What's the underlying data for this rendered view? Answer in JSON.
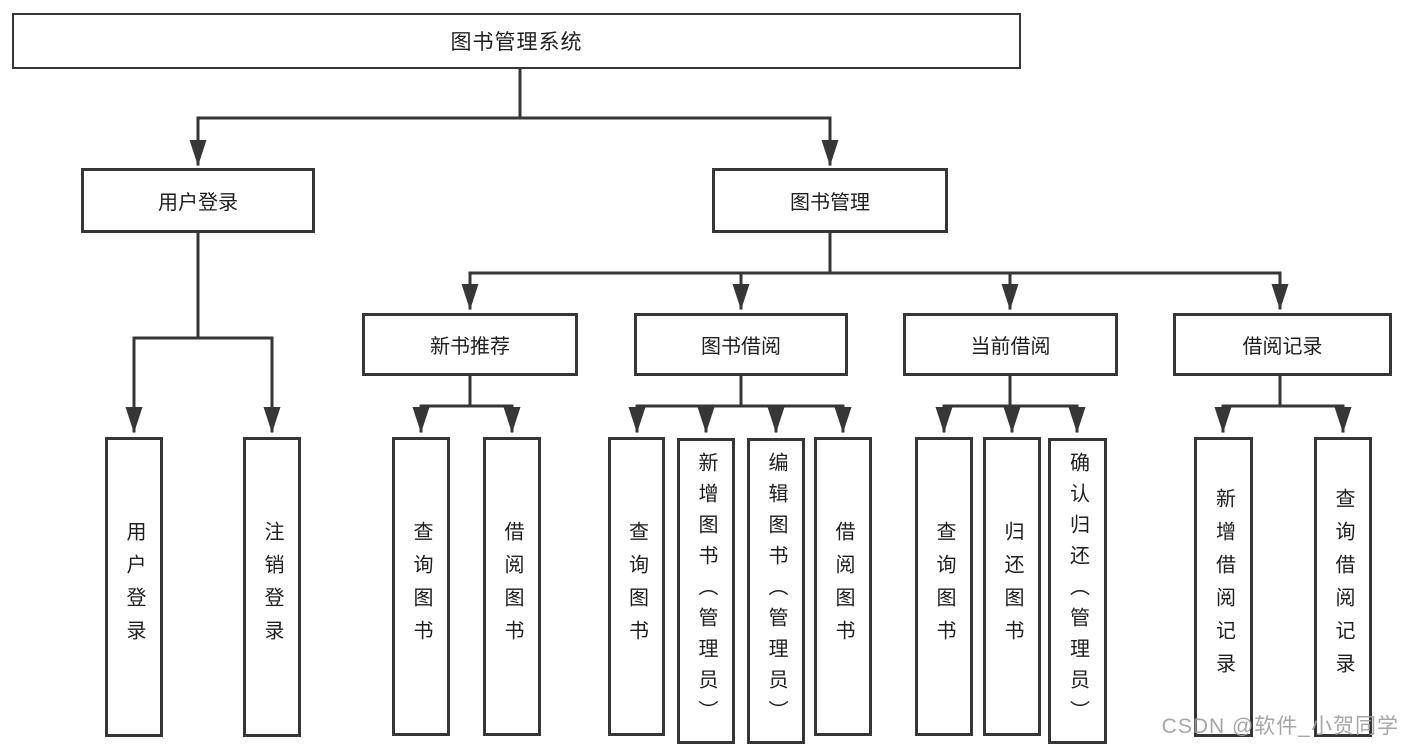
{
  "diagram": {
    "type": "hierarchy-tree",
    "colors": {
      "line": "#363636",
      "box_border": "#363636",
      "box_fill": "#ffffff",
      "text": "#1e1e1e",
      "background": "#ffffff",
      "watermark": "#9e9e9e"
    }
  },
  "tree": {
    "label": "图书管理系统",
    "children": [
      {
        "label": "用户登录",
        "children": [
          {
            "label": "用户登录"
          },
          {
            "label": "注销登录"
          }
        ]
      },
      {
        "label": "图书管理",
        "children": [
          {
            "label": "新书推荐",
            "children": [
              {
                "label": "查询图书"
              },
              {
                "label": "借阅图书"
              }
            ]
          },
          {
            "label": "图书借阅",
            "children": [
              {
                "label": "查询图书"
              },
              {
                "label": "新增图书（管理员）"
              },
              {
                "label": "编辑图书（管理员）"
              },
              {
                "label": "借阅图书"
              }
            ]
          },
          {
            "label": "当前借阅",
            "children": [
              {
                "label": "查询图书"
              },
              {
                "label": "归还图书"
              },
              {
                "label": "确认归还（管理员）"
              }
            ]
          },
          {
            "label": "借阅记录",
            "children": [
              {
                "label": "新增借阅记录"
              },
              {
                "label": "查询借阅记录"
              }
            ]
          }
        ]
      }
    ]
  },
  "watermark": {
    "text": "CSDN @软件_小贺同学"
  }
}
